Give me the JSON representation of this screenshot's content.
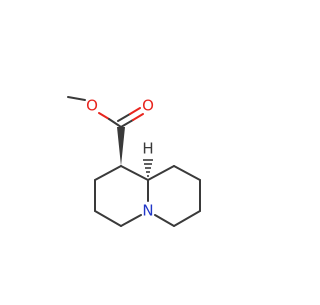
{
  "molecule": {
    "atom_labels": {
      "ester_oxygen": "O",
      "carbonyl_oxygen": "O",
      "ring_nitrogen": "N",
      "bridgehead_hydrogen": "H"
    },
    "colors": {
      "bond": "#3a3a3a",
      "oxygen": "#e8251e",
      "nitrogen": "#2036c8",
      "hydrogen": "#3a3a3a"
    }
  }
}
